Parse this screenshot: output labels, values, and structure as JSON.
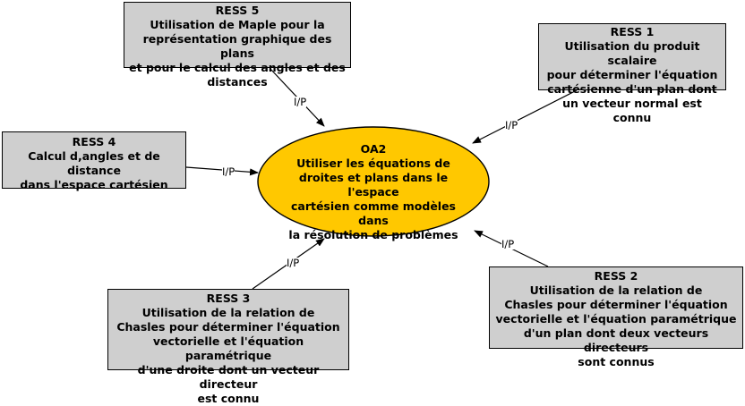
{
  "colors": {
    "ellipse_fill": "#ffc800",
    "box_fill": "#cfcfcf",
    "line": "#000000"
  },
  "center": {
    "title": "OA2",
    "body": "Utiliser les équations de\ndroites et plans dans le l'espace\ncartésien  comme modèles dans\nla résolution de problèmes"
  },
  "nodes": [
    {
      "id": "ress5",
      "title": "RESS 5",
      "body": "Utilisation de Maple pour la\nreprésentation graphique des plans\net pour le calcul des angles et des\ndistances"
    },
    {
      "id": "ress1",
      "title": "RESS 1",
      "body": "Utilisation du produit scalaire\npour déterminer l'équation\ncartésienne d'un plan dont\nun vecteur normal est connu"
    },
    {
      "id": "ress4",
      "title": "RESS 4",
      "body": "Calcul d,angles et de distance\ndans l'espace cartésien"
    },
    {
      "id": "ress3",
      "title": "RESS 3",
      "body": "Utilisation de la relation de\nChasles pour déterminer l'équation\nvectorielle et l'équation paramétrique\nd'une droite dont un vecteur directeur\nest connu"
    },
    {
      "id": "ress2",
      "title": "RESS 2",
      "body": "Utilisation de la relation de\nChasles pour déterminer l'équation\nvectorielle et l'équation paramétrique\nd'un plan dont deux vecteurs directeurs\nsont connus"
    }
  ],
  "edge_labels": [
    "I/P",
    "I/P",
    "I/P",
    "I/P",
    "I/P"
  ]
}
